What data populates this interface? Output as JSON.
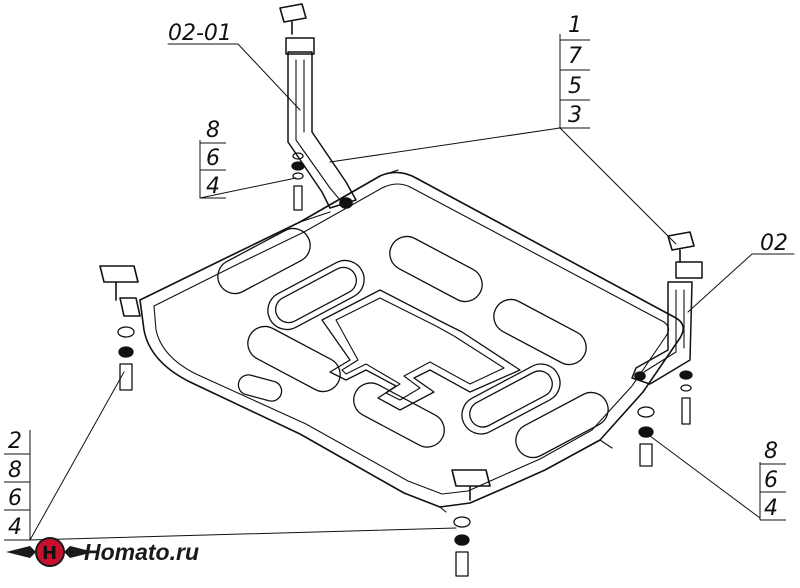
{
  "callouts": {
    "top_left": "02-01",
    "top_right_stack": [
      "1",
      "7",
      "5",
      "3"
    ],
    "left_mid_stack": [
      "8",
      "6",
      "4"
    ],
    "right": "02",
    "right_low_stack": [
      "8",
      "6",
      "4"
    ],
    "bottom_left_stack": [
      "2",
      "8",
      "6",
      "4"
    ]
  },
  "logo": {
    "text": "Homato.ru"
  },
  "colors": {
    "line": "#111111",
    "logo_red": "#c8102e",
    "logo_dark": "#1a1a1a"
  }
}
